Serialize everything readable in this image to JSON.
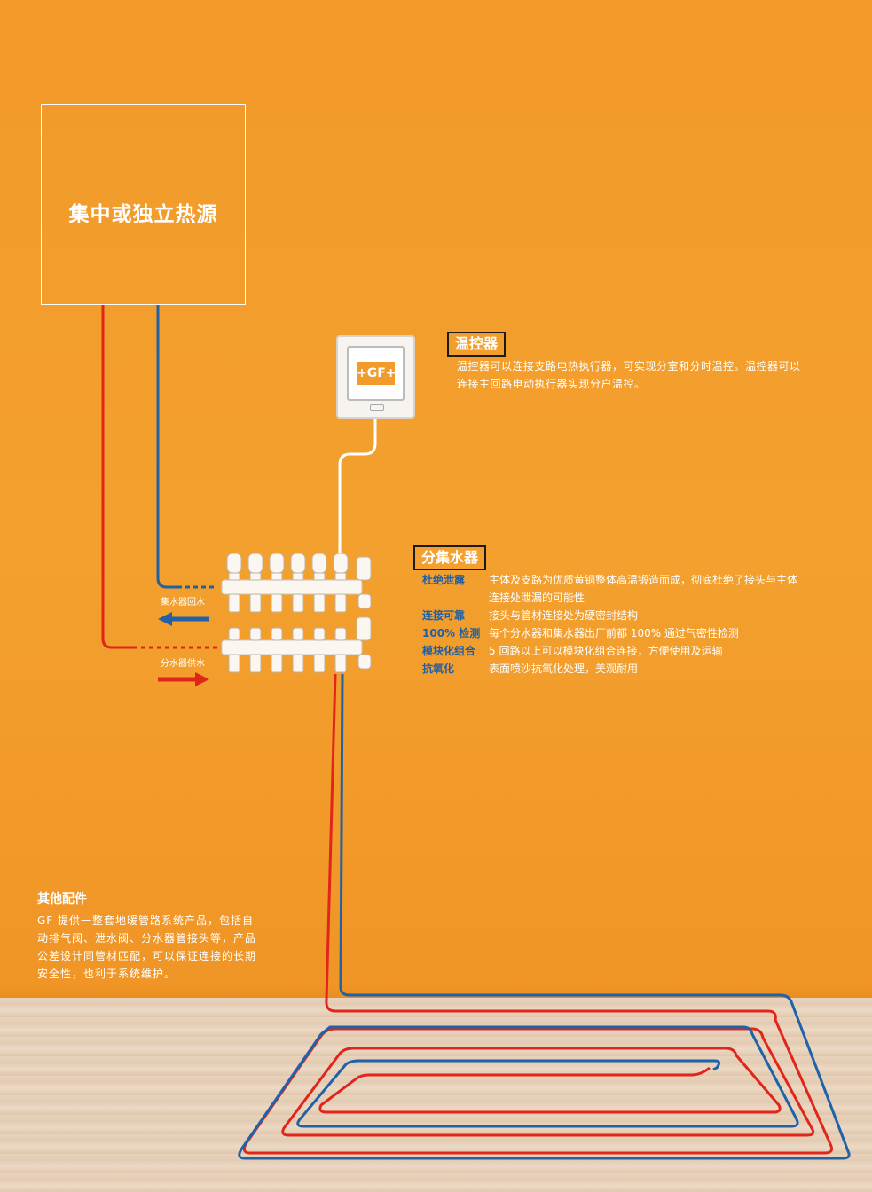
{
  "heat_source": {
    "label": "集中或独立热源"
  },
  "thermostat": {
    "title": "温控器",
    "logo": "+GF+",
    "description_lines": [
      "温控器可以连接支路电热执行器，可实现分室和分时温控。温控器可以",
      "连接主回路电动执行器实现分户温控。"
    ]
  },
  "manifold": {
    "title": "分集水器",
    "return_label": "集水器回水",
    "supply_label": "分水器供水",
    "features": [
      {
        "key": "杜绝泄露",
        "lines": [
          "主体及支路为优质黄铜整体高温锻造而成，彻底杜绝了接头与主体",
          "连接处泄漏的可能性"
        ]
      },
      {
        "key": "连接可靠",
        "lines": [
          "接头与管材连接处为硬密封结构"
        ]
      },
      {
        "key": "100% 检测",
        "lines": [
          "每个分水器和集水器出厂前都 100% 通过气密性检测"
        ]
      },
      {
        "key": "模块化组合",
        "lines": [
          "5 回路以上可以模块化组合连接，方便使用及运输"
        ]
      },
      {
        "key": "抗氧化",
        "lines": [
          "表面喷沙抗氧化处理，美观耐用"
        ]
      }
    ]
  },
  "other_parts": {
    "title": "其他配件",
    "lines": [
      "GF 提供一整套地暖管路系统产品，包括自",
      "动排气阀、泄水阀、分水器管接头等，产品",
      "公差设计同管材匹配，可以保证连接的长期",
      "安全性，也利于系统维护。"
    ]
  },
  "colors": {
    "wall": "#f29a2a",
    "supply_pipe": "#e1251b",
    "return_pipe": "#1f62a8",
    "feature_key": "#1f5fa6",
    "floor": "#e6d0b8"
  }
}
